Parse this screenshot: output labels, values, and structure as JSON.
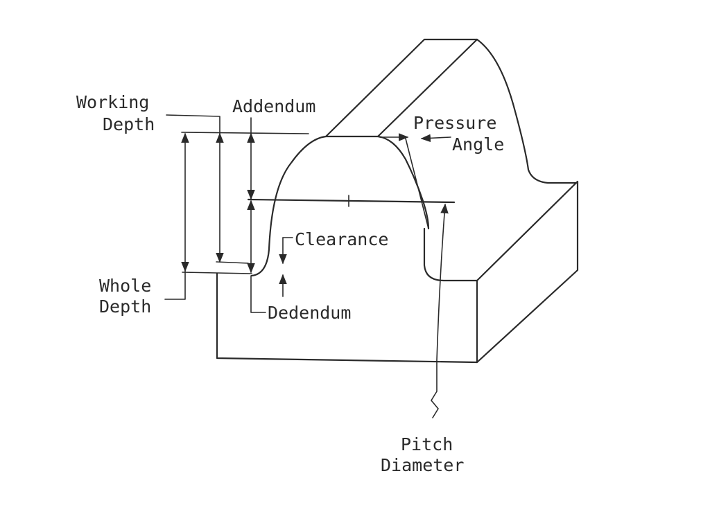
{
  "labels": {
    "working_depth_line1": "Working",
    "working_depth_line2": "Depth",
    "addendum": "Addendum",
    "pressure_angle_line1": "Pressure",
    "pressure_angle_line2": "Angle",
    "clearance": "Clearance",
    "whole_depth_line1": "Whole",
    "whole_depth_line2": "Depth",
    "dedendum": "Dedendum",
    "pitch_diameter_line1": "Pitch",
    "pitch_diameter_line2": "Diameter"
  },
  "colors": {
    "ink": "#2a2a2a",
    "background": "#ffffff"
  }
}
